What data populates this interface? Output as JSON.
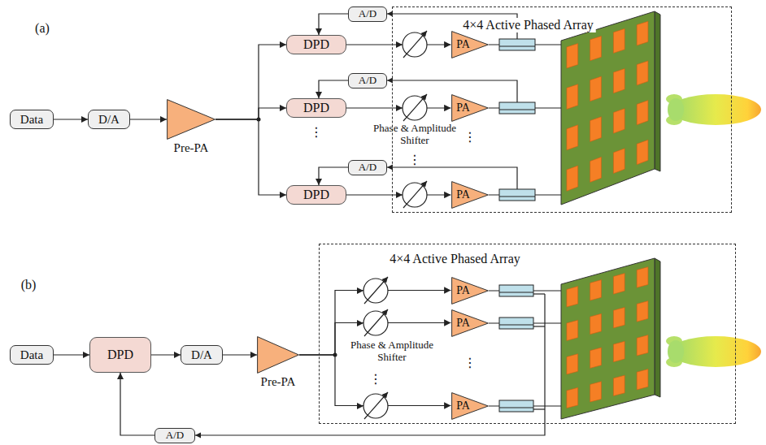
{
  "diagram": {
    "nodes": [
      {
        "text": [
          "4×4 Active Phased Array"
        ]
      },
      {
        "text": [
          "Data"
        ]
      },
      {
        "text": [
          "D/A"
        ]
      },
      {
        "text": [
          "Pre-PA"
        ]
      },
      {
        "text": [
          "A/D"
        ]
      },
      {
        "text": [
          "DPD"
        ]
      },
      {
        "text": [
          "A/D"
        ]
      },
      {
        "text": [
          "DPD"
        ]
      },
      {
        "text": [
          "A/D"
        ]
      },
      {
        "text": [
          "DPD"
        ]
      },
      {
        "text": [
          "PA"
        ],
        "in": 0
      },
      {
        "text": [
          "PA"
        ],
        "in": 0
      },
      {
        "text": [
          "PA"
        ],
        "in": 0
      },
      {
        "text": [
          "4×4 Active Phased Array"
        ]
      },
      {
        "text": [
          "Data"
        ]
      },
      {
        "text": [
          "DPD"
        ]
      },
      {
        "text": [
          "D/A"
        ]
      },
      {
        "text": [
          "Pre-PA"
        ]
      },
      {
        "text": [
          "PA"
        ],
        "in": 13
      },
      {
        "text": [
          "PA"
        ],
        "in": 13
      },
      {
        "text": [
          "PA"
        ],
        "in": 13
      },
      {
        "text": [
          "A/D"
        ]
      }
    ],
    "edges": [
      {
        "from": 1,
        "to": 2,
        "arrow": "to"
      },
      {
        "from": 2,
        "to": 3,
        "arrow": "to"
      },
      {
        "from": 3,
        "to": 5,
        "arrow": "to"
      },
      {
        "from": 3,
        "to": 7,
        "arrow": "to"
      },
      {
        "from": 3,
        "to": 9,
        "arrow": "to"
      },
      {
        "from": 5,
        "to": 10,
        "arrow": "to"
      },
      {
        "from": 7,
        "to": 11,
        "arrow": "to"
      },
      {
        "from": 9,
        "to": 12,
        "arrow": "to"
      },
      {
        "from": 4,
        "to": 5,
        "arrow": "to"
      },
      {
        "from": 6,
        "to": 7,
        "arrow": "to"
      },
      {
        "from": 8,
        "to": 9,
        "arrow": "to"
      },
      {
        "from": 14,
        "to": 15,
        "arrow": "to"
      },
      {
        "from": 15,
        "to": 16,
        "arrow": "to"
      },
      {
        "from": 16,
        "to": 17,
        "arrow": "to"
      },
      {
        "from": 17,
        "to": 18,
        "arrow": "to"
      },
      {
        "from": 17,
        "to": 19,
        "arrow": "to"
      },
      {
        "from": 17,
        "to": 20,
        "arrow": "to"
      },
      {
        "from": 21,
        "to": 15,
        "arrow": "to"
      }
    ],
    "labels": [
      "(a)",
      "Phase & Amplitude Shifter",
      "⋮",
      "⋮",
      "⋮",
      "(b)",
      "Phase & Amplitude Shifter",
      "⋮",
      "⋮"
    ]
  }
}
